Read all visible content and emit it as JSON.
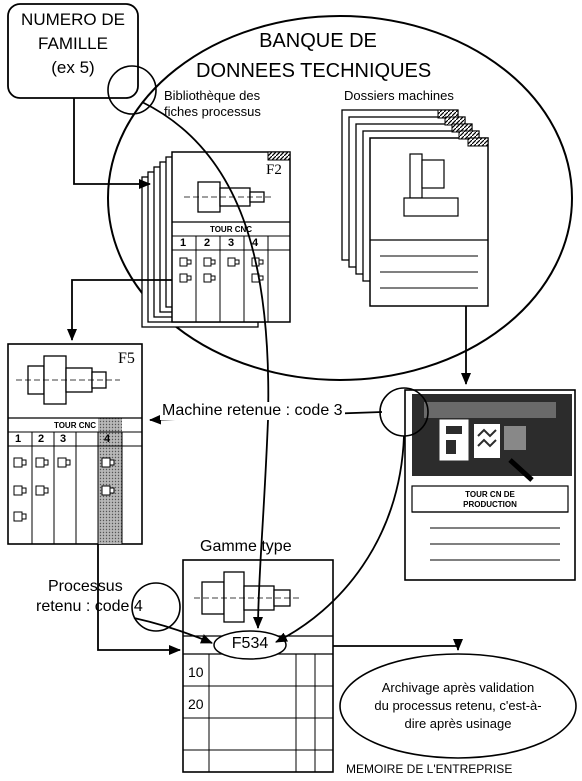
{
  "family_box": {
    "line1": "NUMERO DE",
    "line2": "FAMILLE",
    "line3": "(ex 5)"
  },
  "database": {
    "title_line1": "BANQUE DE",
    "title_line2": "DONNEES TECHNIQUES"
  },
  "process_library": {
    "label_line1": "Bibliothèque des",
    "label_line2": "fiches processus",
    "sheet_code": "F2",
    "table_title": "TOUR CNC",
    "columns": [
      "1",
      "2",
      "3",
      "4"
    ]
  },
  "machine_files": {
    "label": "Dossiers machines"
  },
  "selected_sheet": {
    "code": "F5",
    "table_title": "TOUR CNC",
    "columns": [
      "1",
      "2",
      "3",
      "4"
    ]
  },
  "machine_retained": {
    "label": "Machine retenue : code 3"
  },
  "production_machine": {
    "label_line1": "TOUR CN DE",
    "label_line2": "PRODUCTION"
  },
  "gamme": {
    "title": "Gamme type",
    "code": "F534",
    "rows": [
      "10",
      "20"
    ]
  },
  "process_retained": {
    "line1": "Processus",
    "line2": "retenu : code 4"
  },
  "archive": {
    "line1": "Archivage après validation",
    "line2": "du processus retenu, c'est-à-",
    "line3": "dire après usinage"
  },
  "footer": {
    "label": "MEMOIRE DE L'ENTREPRISE"
  },
  "colors": {
    "ink": "#000000",
    "paper": "#ffffff",
    "shade": "#a8a8a8",
    "dark": "#3a3a3a"
  }
}
